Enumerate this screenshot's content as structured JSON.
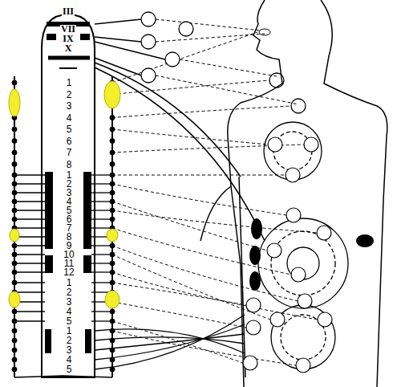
{
  "diagram": {
    "labels": [
      "III",
      "VII",
      "IX",
      "X",
      "1",
      "2",
      "3",
      "4",
      "5",
      "6",
      "7",
      "8",
      "1",
      "2",
      "3",
      "4",
      "5",
      "6",
      "7",
      "8",
      "9",
      "10",
      "11",
      "12",
      "1",
      "2",
      "3",
      "4",
      "5",
      "1",
      "2",
      "3",
      "4",
      "5"
    ]
  }
}
